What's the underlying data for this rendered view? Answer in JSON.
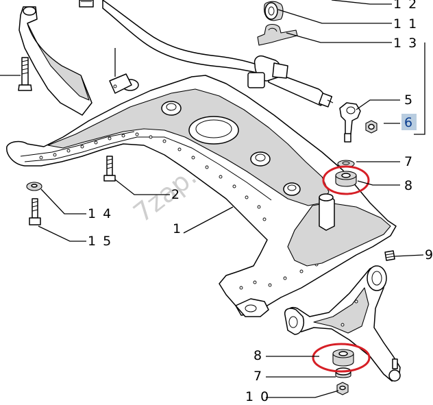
{
  "watermark": "7zap.com",
  "colors": {
    "line": "#000000",
    "highlight_ring": "#d61f26",
    "label_highlight_bg": "#b9cde0",
    "label_highlight_text": "#0a3d8f"
  },
  "callouts": [
    {
      "id": "12",
      "text": "1 2",
      "highlight": false
    },
    {
      "id": "11",
      "text": "1 1",
      "highlight": false
    },
    {
      "id": "13",
      "text": "1 3",
      "highlight": false
    },
    {
      "id": "5",
      "text": "5",
      "highlight": false
    },
    {
      "id": "6",
      "text": "6",
      "highlight": true
    },
    {
      "id": "7a",
      "text": "7",
      "highlight": false
    },
    {
      "id": "8a",
      "text": "8",
      "highlight": false
    },
    {
      "id": "2",
      "text": "2",
      "highlight": false
    },
    {
      "id": "14",
      "text": "1 4",
      "highlight": false
    },
    {
      "id": "15",
      "text": "1 5",
      "highlight": false
    },
    {
      "id": "1",
      "text": "1",
      "highlight": false
    },
    {
      "id": "9",
      "text": "9",
      "highlight": false
    },
    {
      "id": "8b",
      "text": "8",
      "highlight": false
    },
    {
      "id": "7b",
      "text": "7",
      "highlight": false
    },
    {
      "id": "10",
      "text": "1 0",
      "highlight": false
    }
  ]
}
